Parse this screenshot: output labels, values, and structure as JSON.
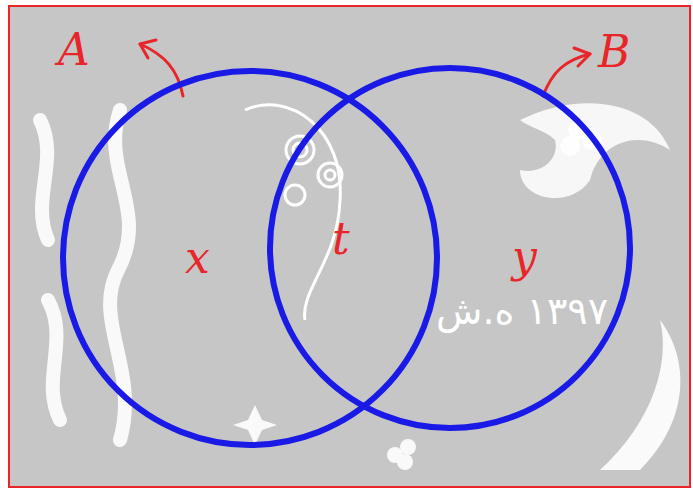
{
  "diagram": {
    "nodes": [
      {
        "text": [
          "A",
          "x"
        ]
      },
      {
        "text": [
          "B",
          "y"
        ]
      }
    ],
    "labels": [
      "t",
      "۱۳۹۷ ه.ش"
    ]
  }
}
